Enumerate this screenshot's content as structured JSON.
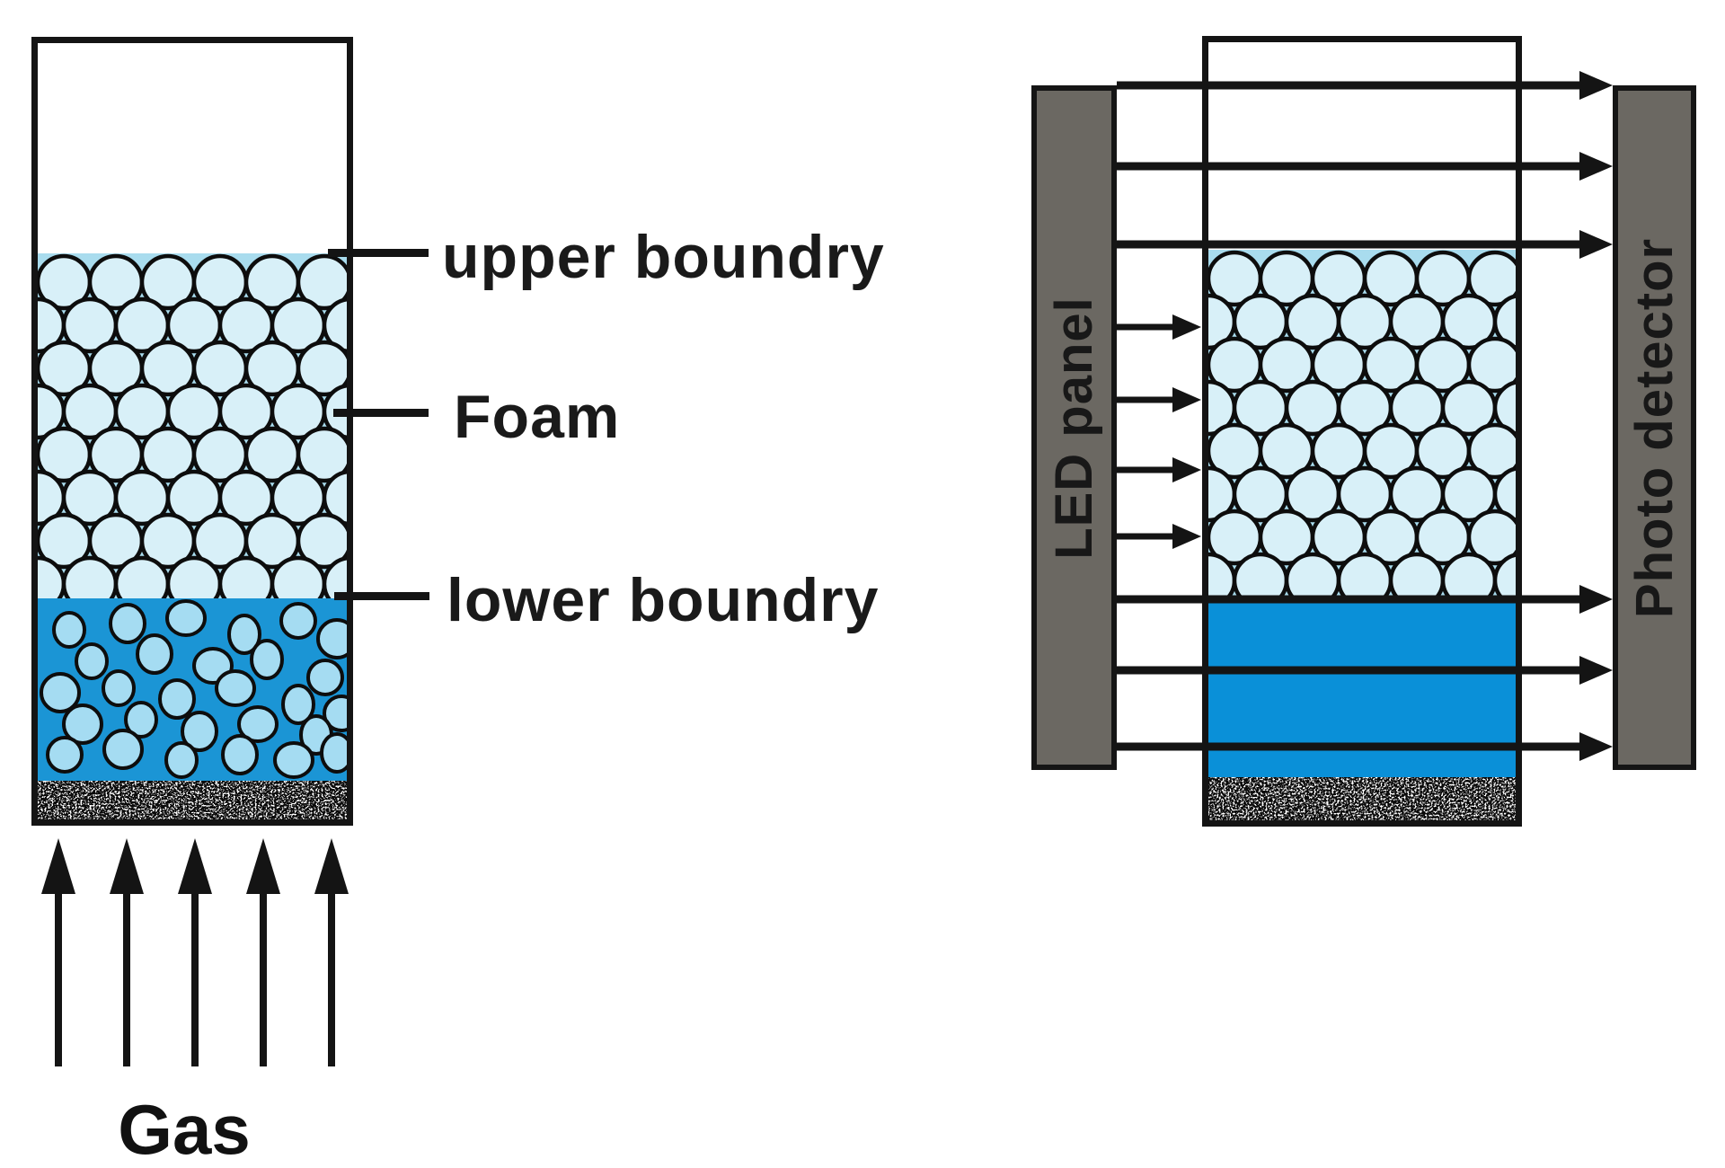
{
  "title": "Foam column with gas sparging and LED/photo-detector measurement diagram",
  "left_diagram": {
    "labels": {
      "upper_boundary": "upper boundry",
      "foam": "Foam",
      "lower_boundary": "lower boundry",
      "gas": "Gas"
    },
    "layers": [
      "headspace",
      "foam",
      "bubbly liquid",
      "frit"
    ],
    "gas_arrow_count": 5
  },
  "right_diagram": {
    "led_panel_label": "LED panel",
    "photo_detector_label": "Photo detector",
    "layers": [
      "headspace",
      "foam",
      "liquid",
      "frit"
    ],
    "beam_arrows": {
      "top_long": 3,
      "into_foam_short": 4,
      "lower_long": 3
    }
  },
  "colors": {
    "ink": "#141414",
    "foam_background": "#a9dcee",
    "foam_bubble": "#d8f0f8",
    "liquid_left": "#1b95d5",
    "liquid_right": "#0a90d8",
    "liquid_bubble": "#a5dcf2",
    "bar_gray": "#6b6862",
    "background": "#ffffff"
  }
}
